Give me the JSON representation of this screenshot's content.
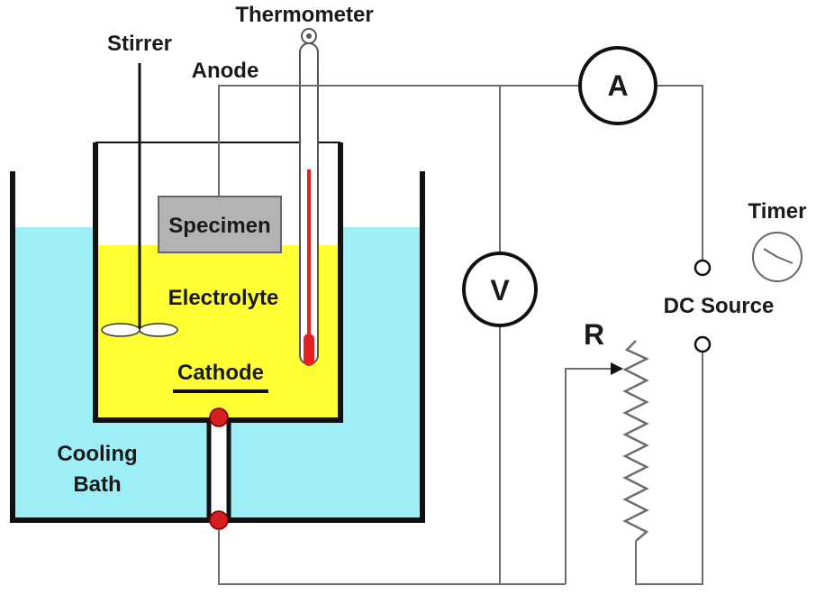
{
  "labels": {
    "thermometer": "Thermometer",
    "stirrer": "Stirrer",
    "anode": "Anode",
    "specimen": "Specimen",
    "electrolyte": "Electrolyte",
    "cathode": "Cathode",
    "cooling_bath_line1": "Cooling",
    "cooling_bath_line2": "Bath",
    "ammeter": "A",
    "voltmeter": "V",
    "resistor": "R",
    "timer": "Timer",
    "dc_source": "DC Source"
  },
  "colors": {
    "cooling_water": "#9deef6",
    "electrolyte": "#ffff33",
    "specimen": "#b3b3b3",
    "mercury": "#e62020",
    "contact": "#d42020",
    "wire": "#6e6e6e",
    "vessel_wall": "#111111"
  }
}
